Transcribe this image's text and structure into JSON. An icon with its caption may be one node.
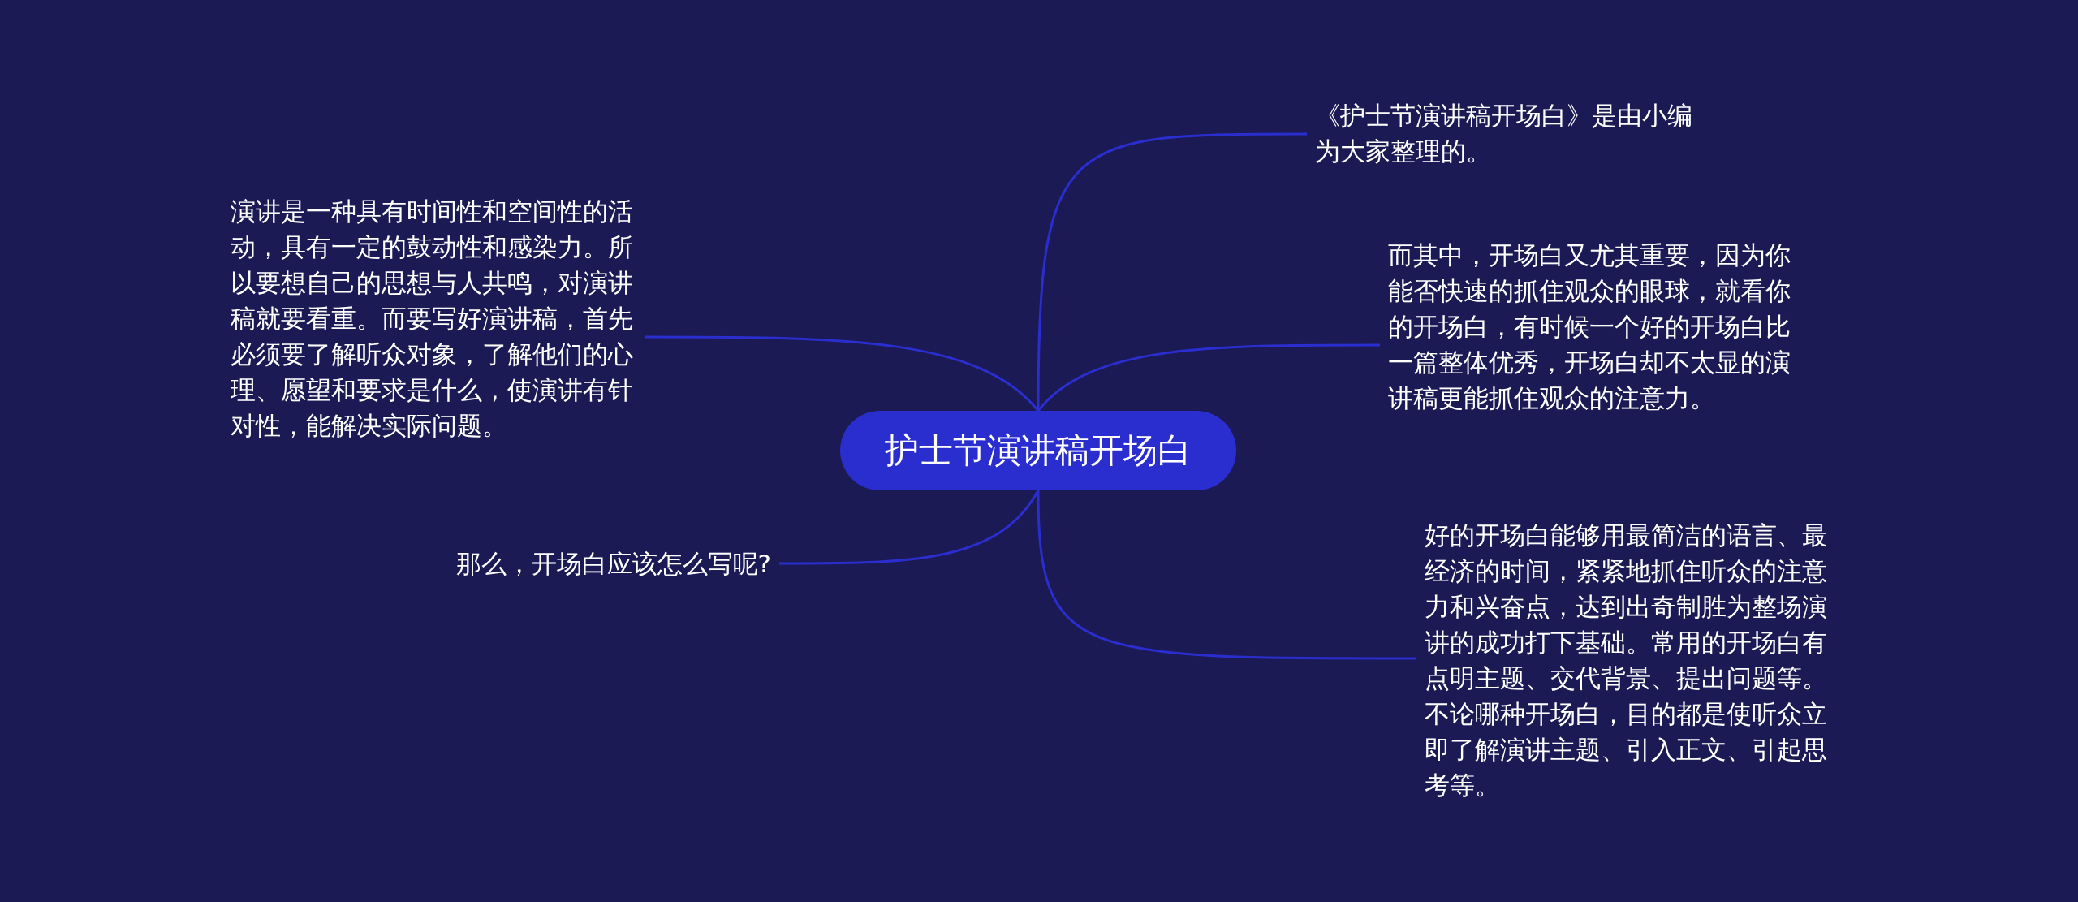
{
  "diagram": {
    "nodes": [
      {
        "text": [
          "护士节演讲稿开场白"
        ]
      },
      {
        "text": [
          "《护士节演讲稿开场白》是由小编为大家整理的。"
        ]
      },
      {
        "text": [
          "而其中，开场白又尤其重要，因为你能否快速的抓住观众的眼球，就看你的开场白，有时候一个好的开场白比一篇整体优秀，开场白却不太显的演讲稿更能抓住观众的注意力。"
        ]
      },
      {
        "text": [
          "好的开场白能够用最简洁的语言、最经济的时间，紧紧地抓住听众的注意力和兴奋点，达到出奇制胜为整场演讲的成功打下基础。常用的开场白有点明主题、交代背景、提出问题等。不论哪种开场白，目的都是使听众立即了解演讲主题、引入正文、引起思考等。"
        ]
      },
      {
        "text": [
          "演讲是一种具有时间性和空间性的活动，具有一定的鼓动性和感染力。所以要想自己的思想与人共鸣，对演讲稿就要看重。而要写好演讲稿，首先必须要了解听众对象，了解他们的心理、愿望和要求是什么，使演讲有针对性，能解决实际问题。"
        ]
      },
      {
        "text": [
          "那么，开场白应该怎么写呢?"
        ]
      }
    ],
    "edges": [
      {
        "from": 0,
        "to": 1,
        "arrow": "none"
      },
      {
        "from": 0,
        "to": 2,
        "arrow": "none"
      },
      {
        "from": 0,
        "to": 3,
        "arrow": "none"
      },
      {
        "from": 0,
        "to": 4,
        "arrow": "none"
      },
      {
        "from": 0,
        "to": 5,
        "arrow": "none"
      }
    ]
  }
}
